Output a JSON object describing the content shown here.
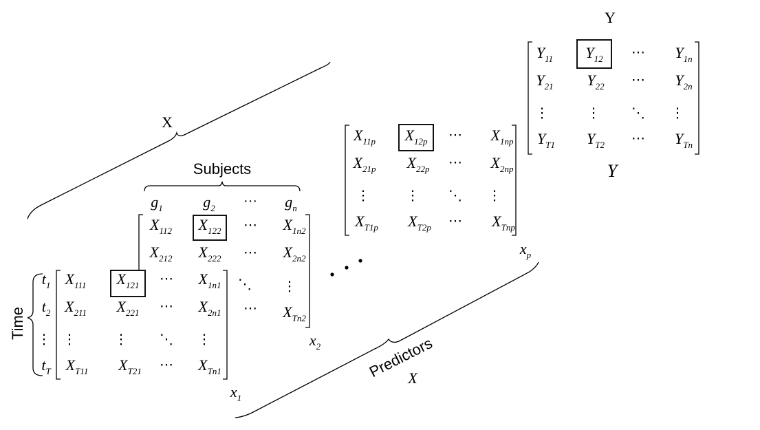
{
  "labels": {
    "X_top": "X",
    "Y_top": "Y",
    "Y_italic": "Y",
    "subjects": "Subjects",
    "time": "Time",
    "predictors": "Predictors",
    "predictors_symbol": "X",
    "ellipsis_between": "• • •"
  },
  "subjects_header": [
    "g1",
    "g2",
    "…",
    "gn"
  ],
  "time_labels": [
    "t1",
    "t2",
    "⋮",
    "tT"
  ],
  "matrices": {
    "x1": {
      "name": "x",
      "sub": "1",
      "rows": [
        [
          {
            "b": "X",
            "s": "111"
          },
          {
            "b": "X",
            "s": "121"
          },
          {
            "b": "⋯",
            "s": ""
          },
          {
            "b": "X",
            "s": "1n1"
          }
        ],
        [
          {
            "b": "X",
            "s": "211"
          },
          {
            "b": "X",
            "s": "221"
          },
          {
            "b": "⋯",
            "s": ""
          },
          {
            "b": "X",
            "s": "2n1"
          }
        ],
        [
          {
            "b": "⋮",
            "s": ""
          },
          {
            "b": "⋮",
            "s": ""
          },
          {
            "b": "⋱",
            "s": ""
          },
          {
            "b": "⋮",
            "s": ""
          }
        ],
        [
          {
            "b": "X",
            "s": "T11"
          },
          {
            "b": "X",
            "s": "T21"
          },
          {
            "b": "⋯",
            "s": ""
          },
          {
            "b": "X",
            "s": "Tn1"
          }
        ]
      ],
      "highlighted": "X121"
    },
    "x2": {
      "name": "x",
      "sub": "2",
      "rows": [
        [
          {
            "b": "X",
            "s": "112"
          },
          {
            "b": "X",
            "s": "122"
          },
          {
            "b": "⋯",
            "s": ""
          },
          {
            "b": "X",
            "s": "1n2"
          }
        ],
        [
          {
            "b": "X",
            "s": "212"
          },
          {
            "b": "X",
            "s": "222"
          },
          {
            "b": "⋯",
            "s": ""
          },
          {
            "b": "X",
            "s": "2n2"
          }
        ],
        [
          {
            "b": "⋱",
            "s": ""
          },
          {
            "b": "⋮",
            "s": ""
          }
        ],
        [
          {
            "b": "⋯",
            "s": ""
          },
          {
            "b": "X",
            "s": "Tn2"
          }
        ]
      ],
      "highlighted": "X122"
    },
    "xp": {
      "name": "x",
      "sub": "p",
      "rows": [
        [
          {
            "b": "X",
            "s": "11p"
          },
          {
            "b": "X",
            "s": "12p"
          },
          {
            "b": "⋯",
            "s": ""
          },
          {
            "b": "X",
            "s": "1np"
          }
        ],
        [
          {
            "b": "X",
            "s": "21p"
          },
          {
            "b": "X",
            "s": "22p"
          },
          {
            "b": "⋯",
            "s": ""
          },
          {
            "b": "X",
            "s": "2np"
          }
        ],
        [
          {
            "b": "⋮",
            "s": ""
          },
          {
            "b": "⋮",
            "s": ""
          },
          {
            "b": "⋱",
            "s": ""
          },
          {
            "b": "⋮",
            "s": ""
          }
        ],
        [
          {
            "b": "X",
            "s": "T1p"
          },
          {
            "b": "X",
            "s": "T2p"
          },
          {
            "b": "⋯",
            "s": ""
          },
          {
            "b": "X",
            "s": "Tnp"
          }
        ]
      ],
      "highlighted": "X12p"
    },
    "Y": {
      "rows": [
        [
          {
            "b": "Y",
            "s": "11"
          },
          {
            "b": "Y",
            "s": "12"
          },
          {
            "b": "⋯",
            "s": ""
          },
          {
            "b": "Y",
            "s": "1n"
          }
        ],
        [
          {
            "b": "Y",
            "s": "21"
          },
          {
            "b": "Y",
            "s": "22"
          },
          {
            "b": "⋯",
            "s": ""
          },
          {
            "b": "Y",
            "s": "2n"
          }
        ],
        [
          {
            "b": "⋮",
            "s": ""
          },
          {
            "b": "⋮",
            "s": ""
          },
          {
            "b": "⋱",
            "s": ""
          },
          {
            "b": "⋮",
            "s": ""
          }
        ],
        [
          {
            "b": "Y",
            "s": "T1"
          },
          {
            "b": "Y",
            "s": "T2"
          },
          {
            "b": "⋯",
            "s": ""
          },
          {
            "b": "Y",
            "s": "Tn"
          }
        ]
      ],
      "highlighted": "Y12"
    }
  },
  "colors": {
    "ink": "#000000",
    "background": "#ffffff",
    "box": "#111111"
  }
}
